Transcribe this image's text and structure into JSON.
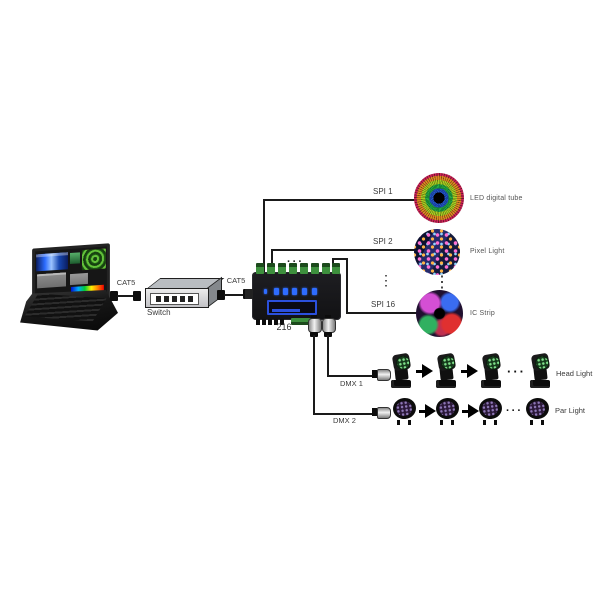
{
  "network": {
    "pc_to_switch_label": "CAT5",
    "switch_label": "Switch",
    "switch_to_controller_label": "CAT5",
    "controller_label": "216"
  },
  "spi_outputs": [
    {
      "port": "SPI 1",
      "device": "LED digital tube"
    },
    {
      "port": "SPI 2",
      "device": "Pixel Light"
    },
    {
      "port": "SPI 16",
      "device": "IC Strip"
    }
  ],
  "dmx_outputs": [
    {
      "port": "DMX 1",
      "device": "Head Light",
      "fixtures": 4
    },
    {
      "port": "DMX 2",
      "device": "Par Light",
      "fixtures": 4
    }
  ],
  "ellipsis": {
    "horizontal": "···",
    "vertical": "⋮"
  },
  "colors": {
    "background": "#ffffff",
    "wire": "#1a1a1a",
    "controller_body": "#161616",
    "terminal_green": "#3d8f3d",
    "display_blue": "#2b50dd",
    "led_blue": "#2e6cff",
    "label_text": "#3a3a3a",
    "device_label_text": "#555555",
    "switch_face": "#dcdcde"
  }
}
